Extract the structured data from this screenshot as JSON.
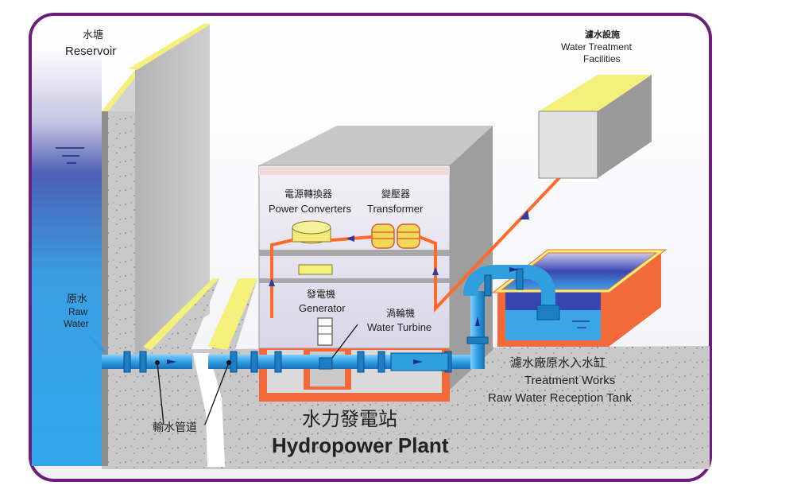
{
  "labels": {
    "reservoir_zh": "水塘",
    "reservoir_en": "Reservoir",
    "raw_water_zh": "原水",
    "raw_water_en1": "Raw",
    "raw_water_en2": "Water",
    "treatment_facilities_zh": "濾水設施",
    "treatment_facilities_en1": "Water Treatment",
    "treatment_facilities_en2": "Facilities",
    "power_converters_zh": "電源轉換器",
    "power_converters_en": "Power Converters",
    "transformer_zh": "變壓器",
    "transformer_en": "Transformer",
    "generator_zh": "發電機",
    "generator_en": "Generator",
    "turbine_zh": "渦輪機",
    "turbine_en": "Water Turbine",
    "pipeline_zh": "輸水管道",
    "tank_zh": "濾水廠原水入水缸",
    "tank_en1": "Treatment Works",
    "tank_en2": "Raw Water Reception Tank",
    "plant_zh": "水力發電站",
    "plant_en": "Hydropower Plant"
  },
  "colors": {
    "frame": "#6b1f7a",
    "sky": "#fbfbfd",
    "water": "#3aa8e6",
    "concrete": "#c9c9c9",
    "wall_face": "#bdbdbd",
    "yellow": "#f4f07a",
    "pipe": "#2f9fe0",
    "cable": "#ff6a2a",
    "plant_base": "#f26a3a"
  }
}
